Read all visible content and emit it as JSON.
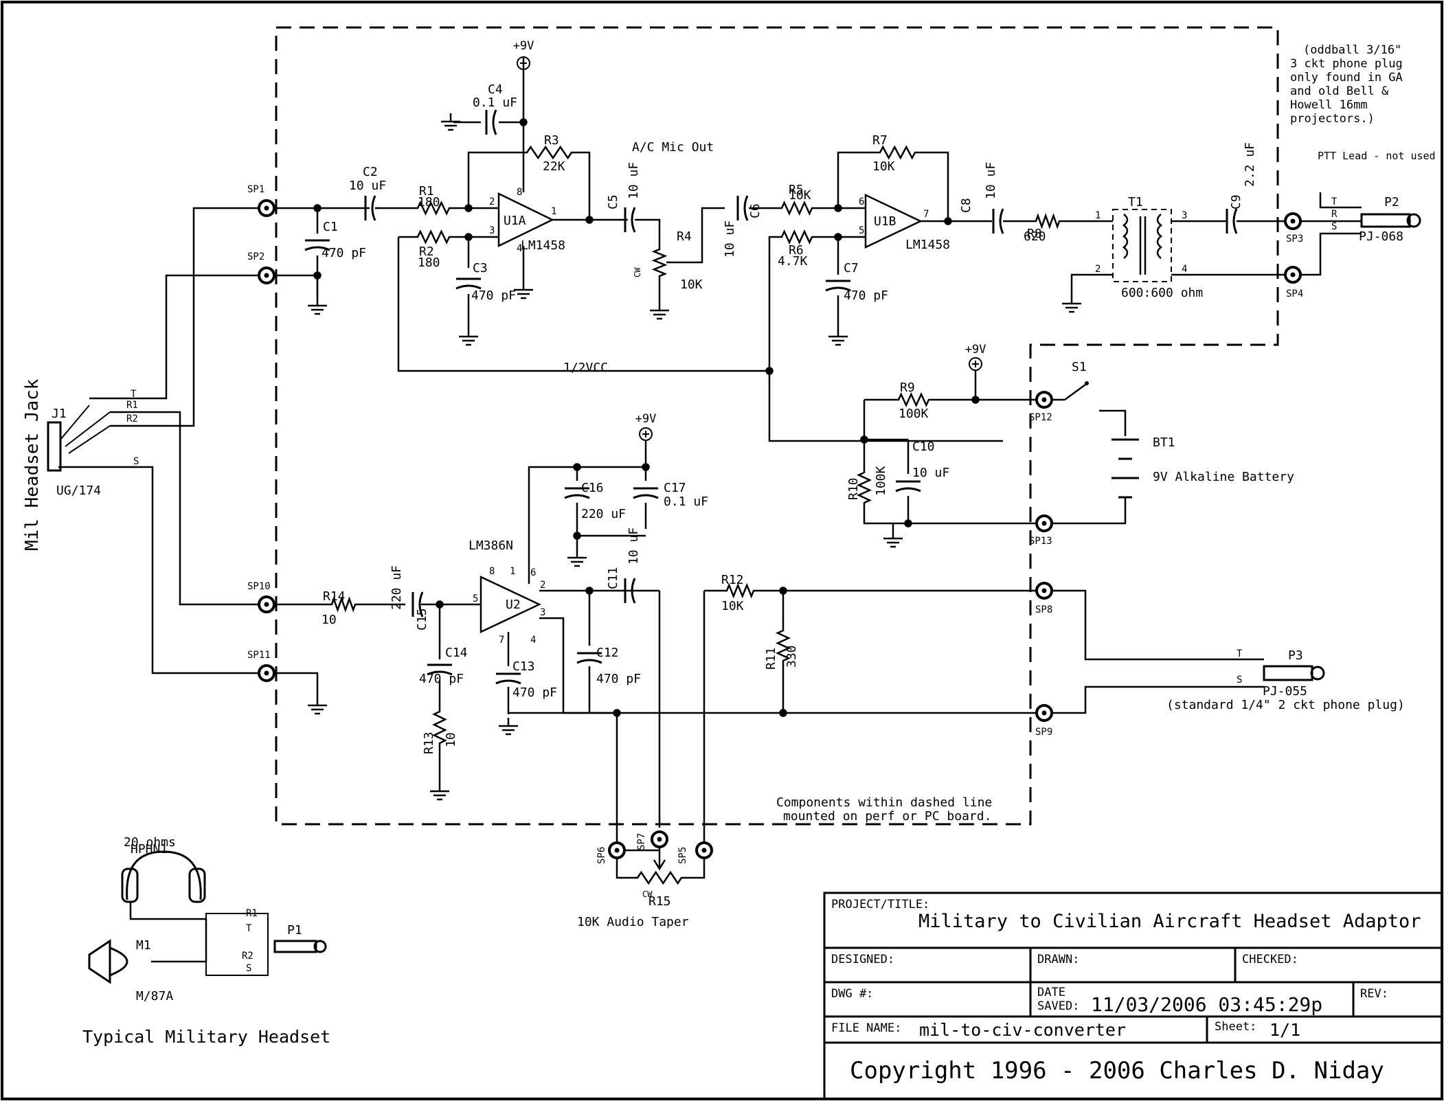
{
  "sheet": {
    "note_board": [
      "Components within dashed line",
      "mounted on perf or PC board."
    ],
    "note_plug_top": [
      "(oddball 3/16\"",
      "3 ckt phone plug",
      "only found in GA",
      "and old Bell &",
      "Howell 16mm",
      "projectors.)"
    ],
    "note_ptt": "PTT Lead - not used",
    "note_p3": "(standard 1/4\" 2 ckt phone plug)",
    "ac_mic_out": "A/C Mic Out",
    "half_vcc": "1/2VCC",
    "mil_headset_jack": "Mil Headset Jack",
    "typical_headset": "Typical Military Headset"
  },
  "supply": {
    "p9v": "+9V"
  },
  "opamps": {
    "u1a": "U1A",
    "u1b": "U1B",
    "u2": "U2",
    "lm1458_a": "LM1458",
    "lm1458_b": "LM1458",
    "lm386": "LM386N"
  },
  "components": {
    "c1": [
      "C1",
      "470 pF"
    ],
    "c2": [
      "C2",
      "10 uF"
    ],
    "c3": [
      "C3",
      "470 pF"
    ],
    "c4": [
      "C4",
      "0.1 uF"
    ],
    "c5": [
      "C5",
      "10 uF"
    ],
    "c6": [
      "C6",
      "10 uF"
    ],
    "c7": [
      "C7",
      "470 pF"
    ],
    "c8": [
      "C8",
      "10 uF"
    ],
    "c9": [
      "C9",
      "2.2 uF"
    ],
    "c10": [
      "C10",
      "10 uF"
    ],
    "c11": [
      "C11",
      "10 uF"
    ],
    "c12": [
      "C12",
      "470 pF"
    ],
    "c13": [
      "C13",
      "470 pF"
    ],
    "c14": [
      "C14",
      "470 pF"
    ],
    "c15": [
      "C15",
      "220 uF"
    ],
    "c16": [
      "C16",
      "220 uF"
    ],
    "c17": [
      "C17",
      "0.1 uF"
    ],
    "r1": [
      "R1",
      "180"
    ],
    "r2": [
      "R2",
      "180"
    ],
    "r3": [
      "R3",
      "22K"
    ],
    "r4": [
      "R4",
      "10K"
    ],
    "r5": [
      "R5",
      "10K"
    ],
    "r6": [
      "R6",
      "4.7K"
    ],
    "r7": [
      "R7",
      "10K"
    ],
    "r8": [
      "R8",
      "620"
    ],
    "r9": [
      "R9",
      "100K"
    ],
    "r10": [
      "R10",
      "100K"
    ],
    "r11": [
      "R11",
      "330"
    ],
    "r12": [
      "R12",
      "10K"
    ],
    "r13": [
      "R13",
      "10"
    ],
    "r14": [
      "R14",
      "10"
    ],
    "r15": [
      "R15",
      "10K Audio Taper"
    ],
    "t1": [
      "T1",
      "600:600 ohm"
    ],
    "bt1": [
      "BT1",
      "9V Alkaline Battery"
    ],
    "s1": "S1",
    "j1": [
      "J1",
      "UG/174"
    ],
    "p1": "P1",
    "p2": [
      "P2",
      "PJ-068"
    ],
    "p3": [
      "P3",
      "PJ-055"
    ],
    "hphn1": [
      "HPHN1",
      "20 ohms"
    ],
    "m1": [
      "M1",
      "M/87A"
    ],
    "cw": "CW"
  },
  "test_points": [
    "SP1",
    "SP2",
    "SP3",
    "SP4",
    "SP5",
    "SP6",
    "SP7",
    "SP8",
    "SP9",
    "SP10",
    "SP11",
    "SP12",
    "SP13"
  ],
  "title_block": {
    "project_label": "PROJECT/TITLE:",
    "project_value": "Military to Civilian Aircraft Headset Adaptor",
    "designed_label": "DESIGNED:",
    "drawn_label": "DRAWN:",
    "checked_label": "CHECKED:",
    "dwg_label": "DWG #:",
    "date_label_1": "DATE",
    "date_label_2": "SAVED:",
    "date_value": "11/03/2006 03:45:29p",
    "rev_label": "REV:",
    "file_label": "FILE NAME:",
    "file_value": "mil-to-civ-converter",
    "sheet_label": "Sheet:",
    "sheet_value": "1/1",
    "copyright": "Copyright 1996 - 2006 Charles D. Niday"
  }
}
